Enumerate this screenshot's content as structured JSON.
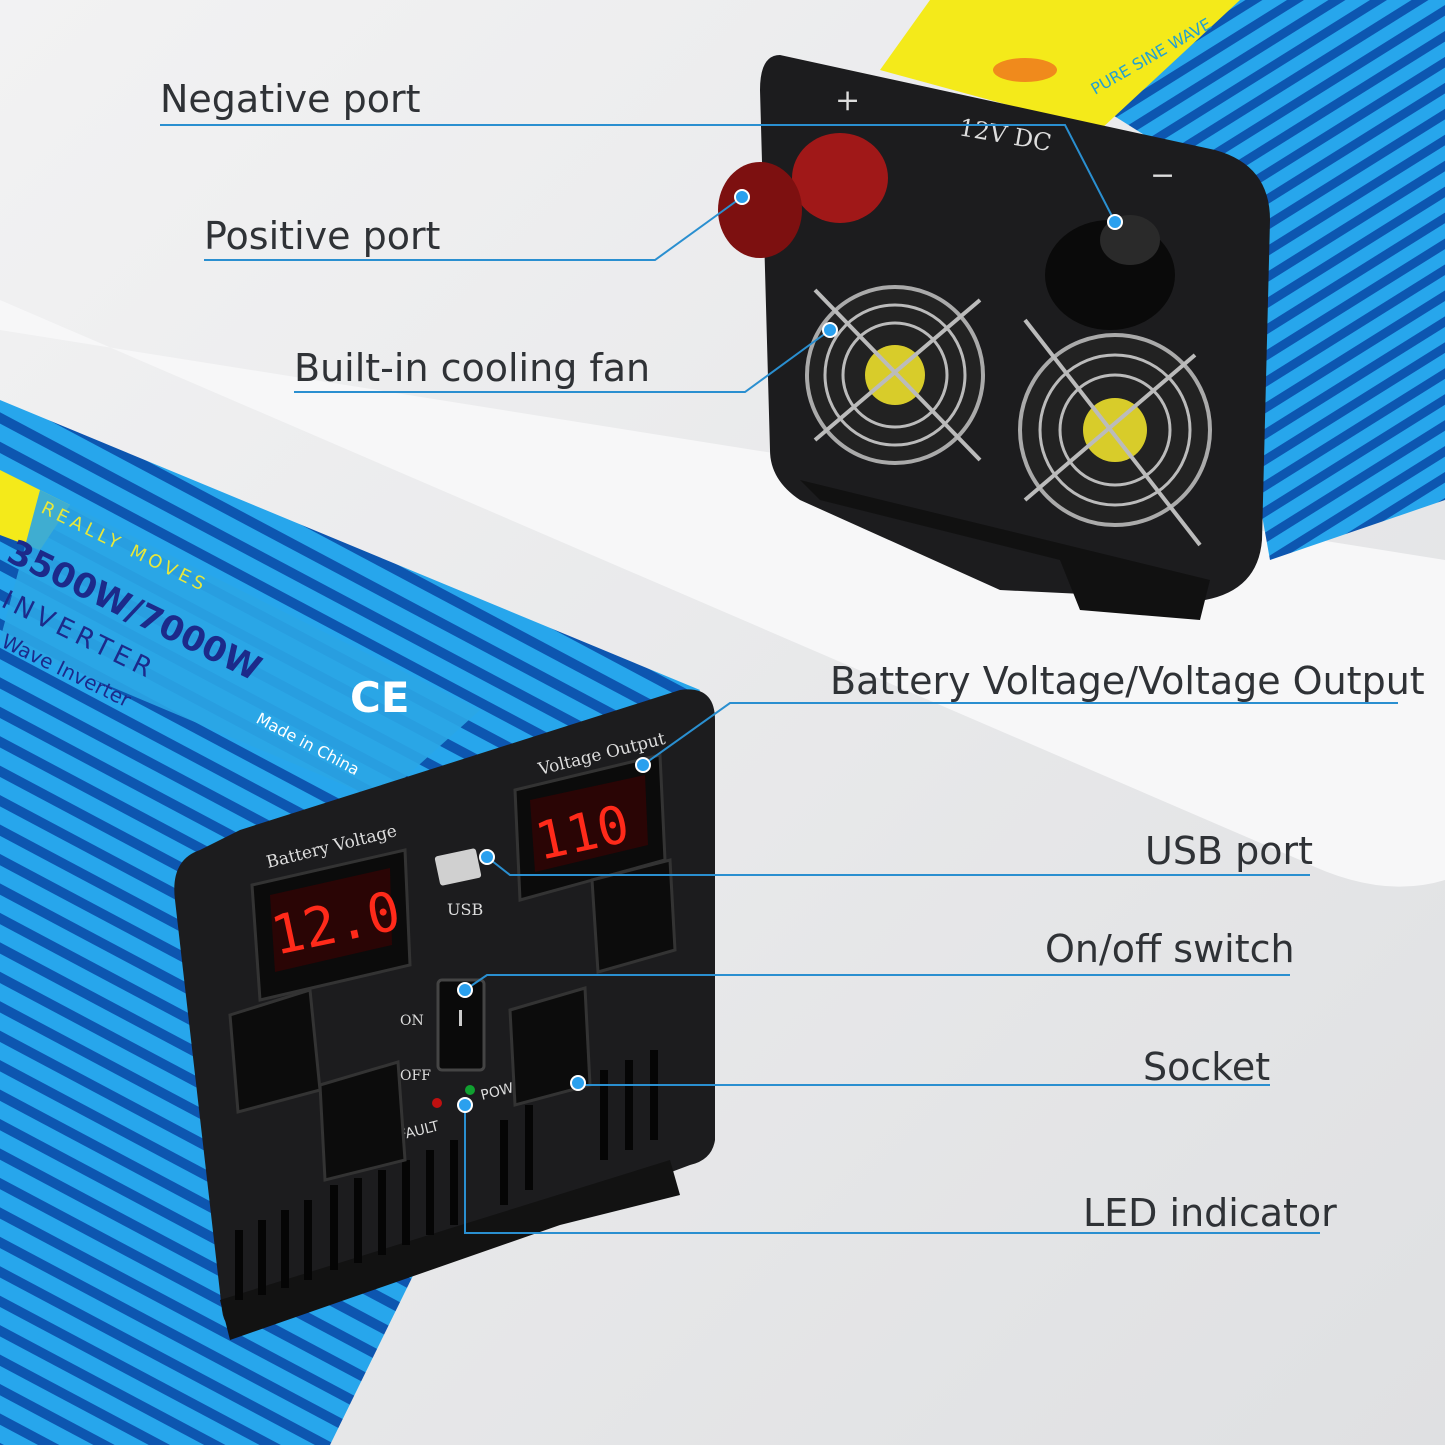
{
  "callouts": {
    "negative_port": "Negative port",
    "positive_port": "Positive port",
    "cooling_fan": "Built-in cooling fan",
    "voltage_displays": "Battery Voltage/Voltage Output",
    "usb_port": "USB port",
    "on_off_switch": "On/off switch",
    "socket": "Socket",
    "led_indicator": "LED indicator"
  },
  "rear_panel": {
    "plus": "+",
    "minus": "−",
    "input": "12V DC",
    "label": "PURE SINE WAVE"
  },
  "front_label": {
    "tagline": "REALLY MOVES",
    "power": "3500W/7000W",
    "type": "INVERTER",
    "subtitle": "Wave Inverter",
    "origin": "Made in China",
    "cert": "CE"
  },
  "front_panel": {
    "battery_voltage_label": "Battery Voltage",
    "battery_voltage_value": "12.0",
    "voltage_output_label": "Voltage Output",
    "voltage_output_value": "110",
    "usb_label": "USB",
    "on_label": "ON",
    "off_label": "OFF",
    "fault_label": "FAULT",
    "power_label": "POWER"
  },
  "colors": {
    "callout_line": "#2a8fd0",
    "housing_blue": "#1e9be0",
    "panel_black": "#1c1c1e",
    "display_red": "#ff2a1a",
    "label_yellow": "#f4ea1a"
  }
}
